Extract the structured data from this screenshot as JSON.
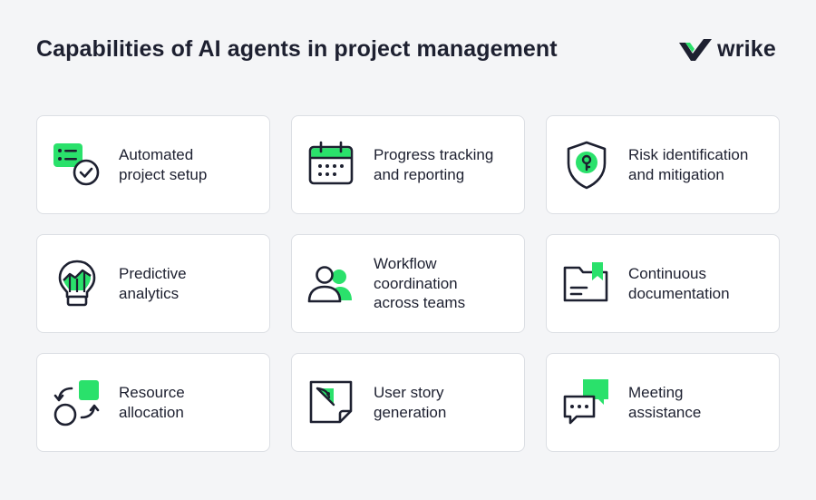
{
  "header": {
    "title": "Capabilities of AI agents in project management"
  },
  "brand": {
    "logo_text": "wrike",
    "accent": "#2ae16b",
    "ink": "#1d2030"
  },
  "cards": [
    {
      "label": "Automated\nproject setup",
      "icon": "checklist-icon"
    },
    {
      "label": "Progress tracking\nand reporting",
      "icon": "calendar-icon"
    },
    {
      "label": "Risk identification\nand mitigation",
      "icon": "shield-key-icon"
    },
    {
      "label": "Predictive\nanalytics",
      "icon": "lightbulb-chart-icon"
    },
    {
      "label": "Workflow\ncoordination\nacross teams",
      "icon": "team-icon"
    },
    {
      "label": "Continuous\ndocumentation",
      "icon": "folder-bookmark-icon"
    },
    {
      "label": "Resource\nallocation",
      "icon": "swap-shapes-icon"
    },
    {
      "label": "User story\ngeneration",
      "icon": "sticky-note-icon"
    },
    {
      "label": "Meeting\nassistance",
      "icon": "chat-bubbles-icon"
    }
  ]
}
